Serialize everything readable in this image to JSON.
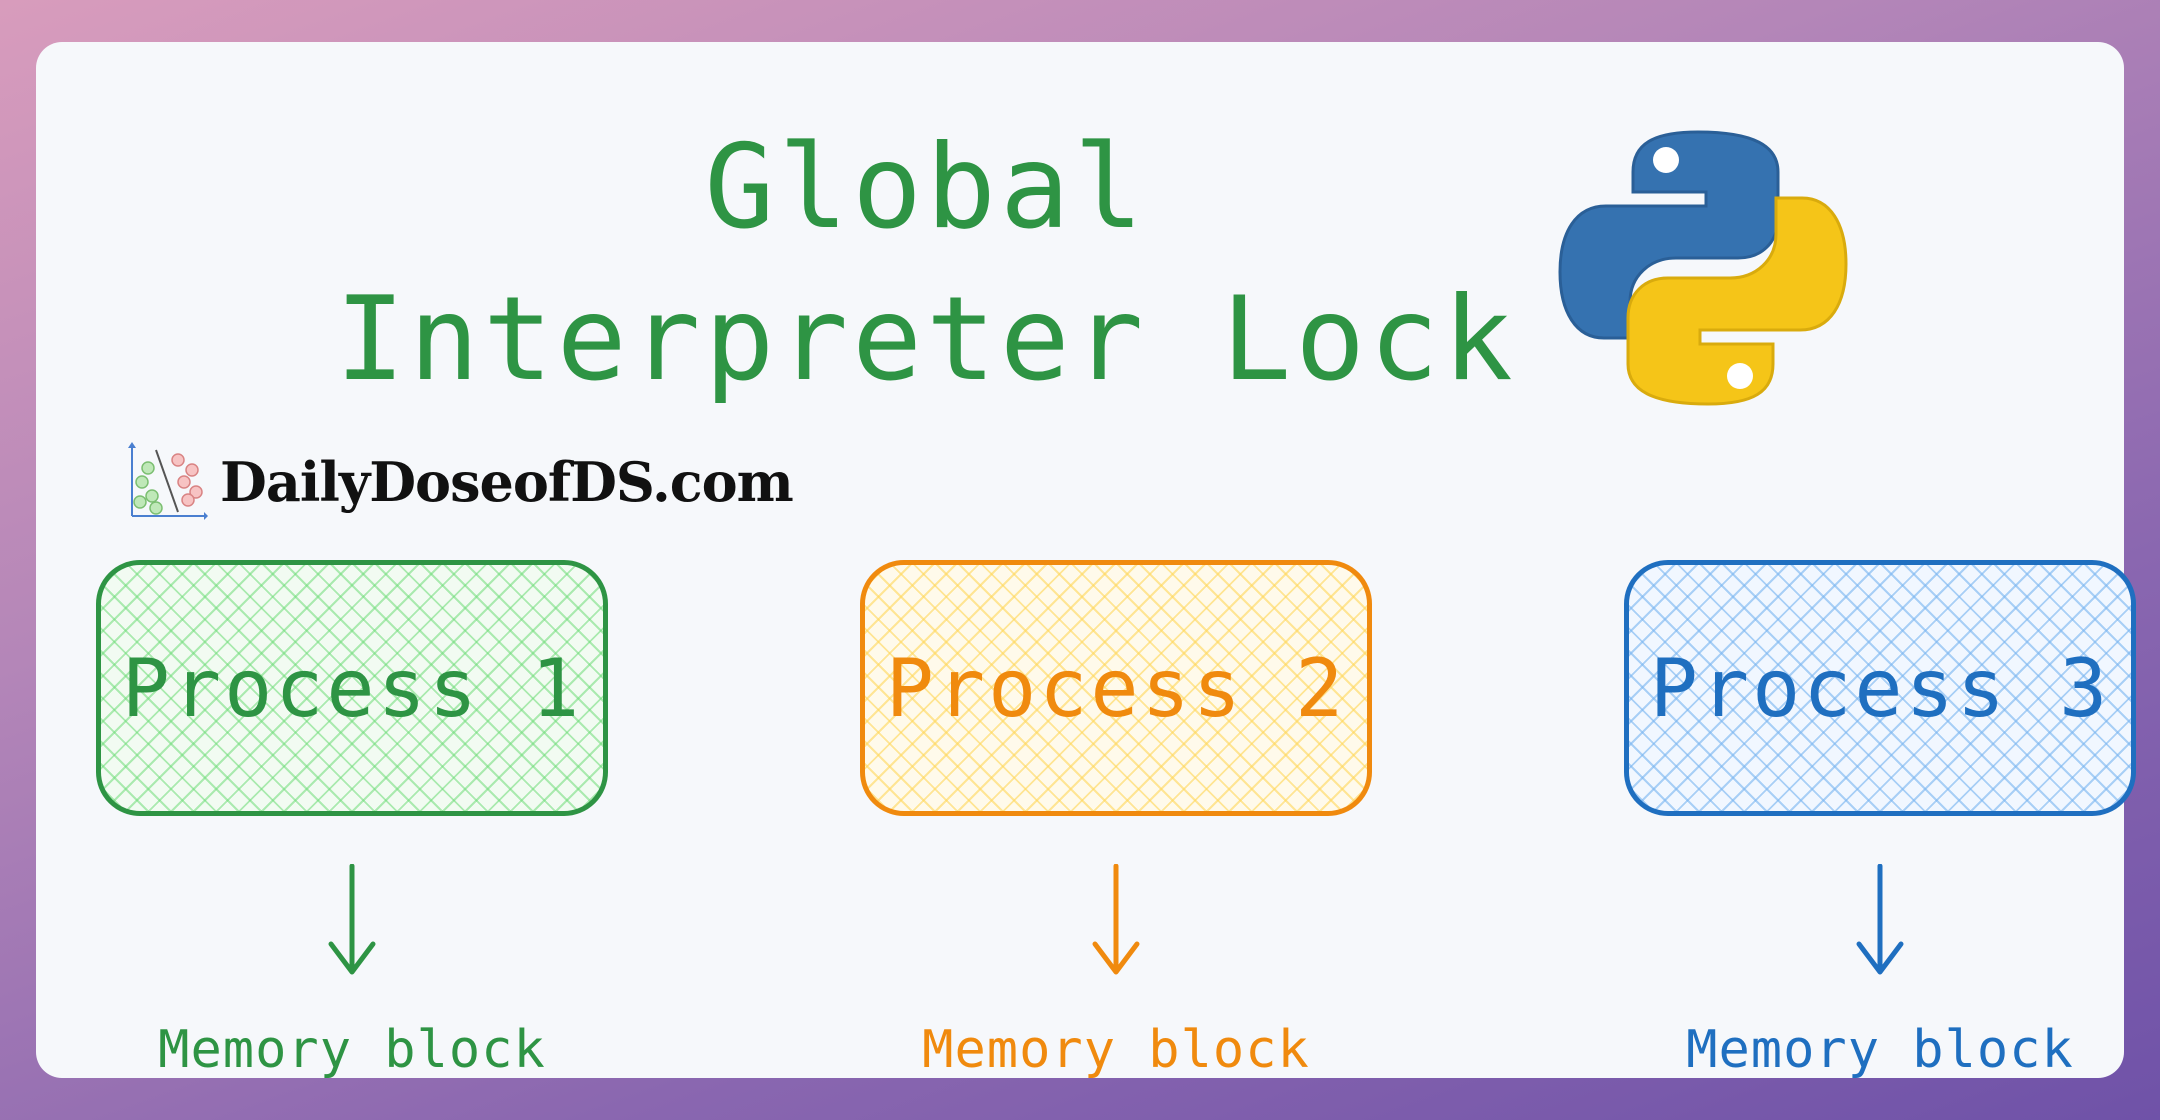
{
  "title": {
    "line1": "Global",
    "line2": "Interpreter Lock"
  },
  "brand": {
    "name": "DailyDoseofDS.com"
  },
  "colors": {
    "green": "#2e9444",
    "orange": "#f08a0e",
    "blue": "#1f6fc0",
    "python_blue": "#3572b0",
    "python_yellow": "#f5c518"
  },
  "processes": [
    {
      "label": "Process 1",
      "memory": "Memory block",
      "color": "green"
    },
    {
      "label": "Process 2",
      "memory": "Memory block",
      "color": "orange"
    },
    {
      "label": "Process 3",
      "memory": "Memory block",
      "color": "blue"
    }
  ]
}
